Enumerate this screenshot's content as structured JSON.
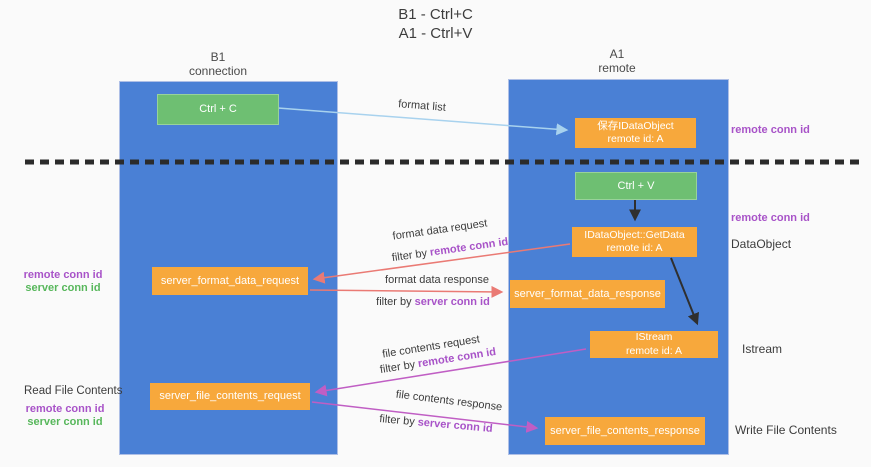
{
  "title": {
    "line1": "B1 - Ctrl+C",
    "line2": "A1 - Ctrl+V"
  },
  "columns": {
    "left": {
      "name": "B1",
      "role": "connection"
    },
    "right": {
      "name": "A1",
      "role": "remote"
    }
  },
  "boxes": {
    "ctrl_c": "Ctrl + C",
    "ctrl_v": "Ctrl + V",
    "save_dataobject_line1": "保存IDataObject",
    "save_dataobject_line2": "remote id: A",
    "getdata_line1": "IDataObject::GetData",
    "getdata_line2": "remote id: A",
    "istream_line1": "IStream",
    "istream_line2": "remote id: A",
    "format_request": "server_format_data_request",
    "format_response": "server_format_data_response",
    "file_request": "server_file_contents_request",
    "file_response": "server_file_contents_response"
  },
  "labels": {
    "format_list": "format list",
    "filter_by": "filter by",
    "remote_conn_id": "remote conn id",
    "server_conn_id": "server conn id",
    "format_data_request": "format data request",
    "format_data_response": "format data response",
    "file_contents_request": "file contents request",
    "file_contents_response": "file contents response",
    "read_file_contents": "Read File Contents",
    "write_file_contents": "Write File Contents",
    "dataobject": "DataObject",
    "istream": "Istream"
  },
  "colors": {
    "panel_blue": "#4a80d5",
    "box_orange": "#f7a83c",
    "box_green": "#6ebf72",
    "arrow_lightblue": "#a8d2ee",
    "arrow_salmon": "#ea7a74",
    "arrow_magenta": "#c05ec4",
    "arrow_black": "#2f2f2f",
    "dashed_line": "#2b2b2b",
    "text_purple": "#a853c8",
    "text_green": "#57b75b"
  }
}
